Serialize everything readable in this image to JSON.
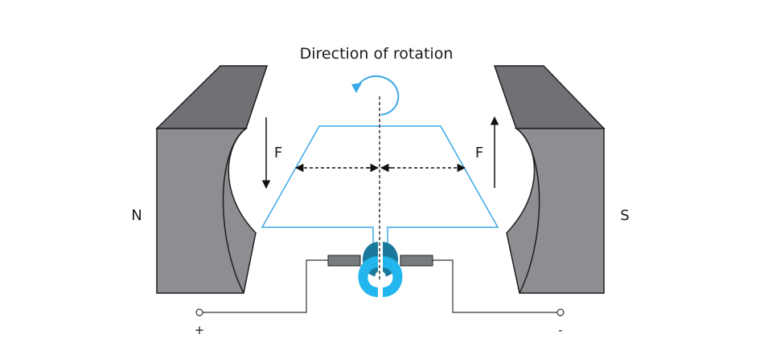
{
  "title": "Direction of rotation",
  "poles": {
    "north": "N",
    "south": "S"
  },
  "forces": {
    "left": "F",
    "right": "F"
  },
  "terminals": {
    "positive": "+",
    "negative": "-"
  },
  "colors": {
    "magnet_front": "#8c8e92",
    "magnet_side": "#6f7175",
    "magnet_outline": "#1e1e1e",
    "loop": "#3aa7e6",
    "commutator_light": "#22b5ee",
    "commutator_dark": "#1b7a9c",
    "brush": "#777a7e",
    "wire": "#333333"
  }
}
